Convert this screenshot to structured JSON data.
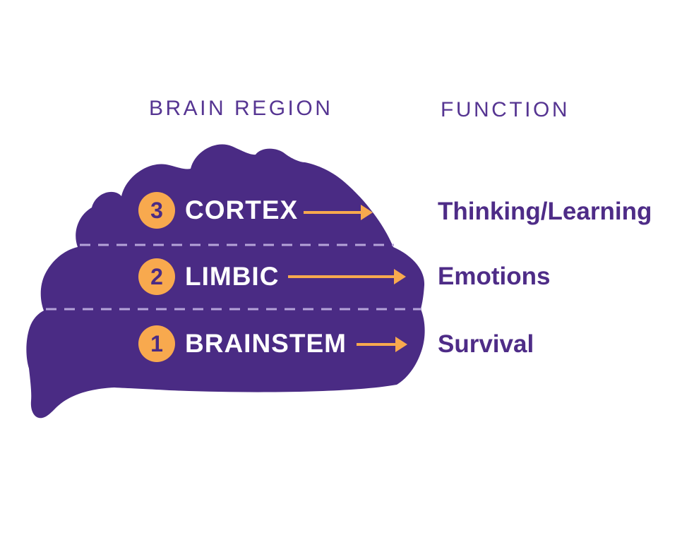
{
  "headers": {
    "brain_region": "BRAIN REGION",
    "function": "FUNCTION"
  },
  "rows": [
    {
      "number": "3",
      "region": "CORTEX",
      "function": "Thinking/Learning"
    },
    {
      "number": "2",
      "region": "LIMBIC",
      "function": "Emotions"
    },
    {
      "number": "1",
      "region": "BRAINSTEM",
      "function": "Survival"
    }
  ],
  "colors": {
    "brain_purple": "#4A2B84",
    "accent_orange": "#F8A94E",
    "function_text_purple": "#4E2C87",
    "header_purple": "#563592",
    "divider_lavender": "#B5A3D9",
    "region_label_white": "#FFFFFF",
    "background": "#FFFFFF"
  },
  "icons": {
    "row_arrows": "arrow-right-icon"
  }
}
